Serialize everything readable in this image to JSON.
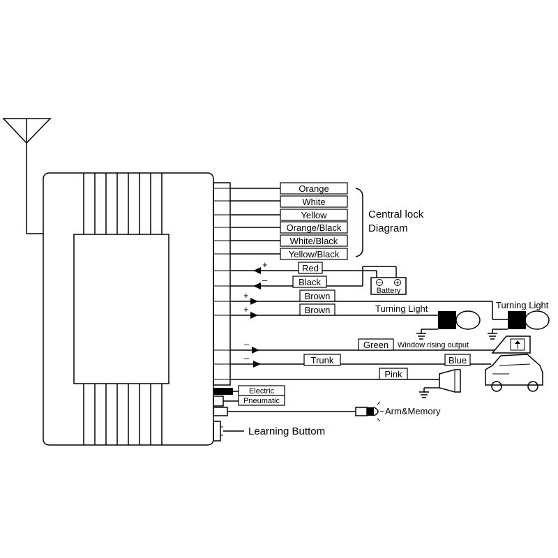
{
  "wires": {
    "orange": "Orange",
    "white": "White",
    "yellow": "Yellow",
    "orange_black": "Orange/Black",
    "white_black": "White/Black",
    "yellow_black": "Yellow/Black",
    "red": "Red",
    "black": "Black",
    "brown1": "Brown",
    "brown2": "Brown",
    "green": "Green",
    "trunk": "Trunk",
    "blue": "Blue",
    "pink": "Pink",
    "electric": "Electric",
    "pneumatic": "Pneumatic"
  },
  "labels": {
    "central_lock_line1": "Central lock",
    "central_lock_line2": "Diagram",
    "battery": "Battery",
    "turning_light_1": "Turning Light",
    "turning_light_2": "Turning Light",
    "window_rising": "Window rising output",
    "arm_memory": "Arm&Memory",
    "learning_button": "Learning Buttom"
  },
  "signs": {
    "plus": "+",
    "minus": "–",
    "bat_minus": "−",
    "bat_plus": "+"
  }
}
